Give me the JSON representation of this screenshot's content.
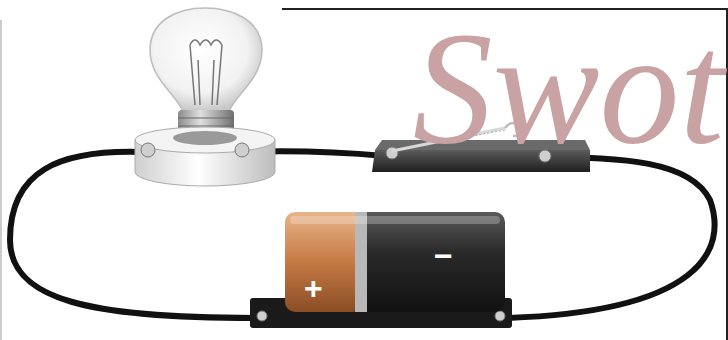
{
  "diagram": {
    "labels": [
      "+",
      "−",
      "Swot"
    ]
  }
}
